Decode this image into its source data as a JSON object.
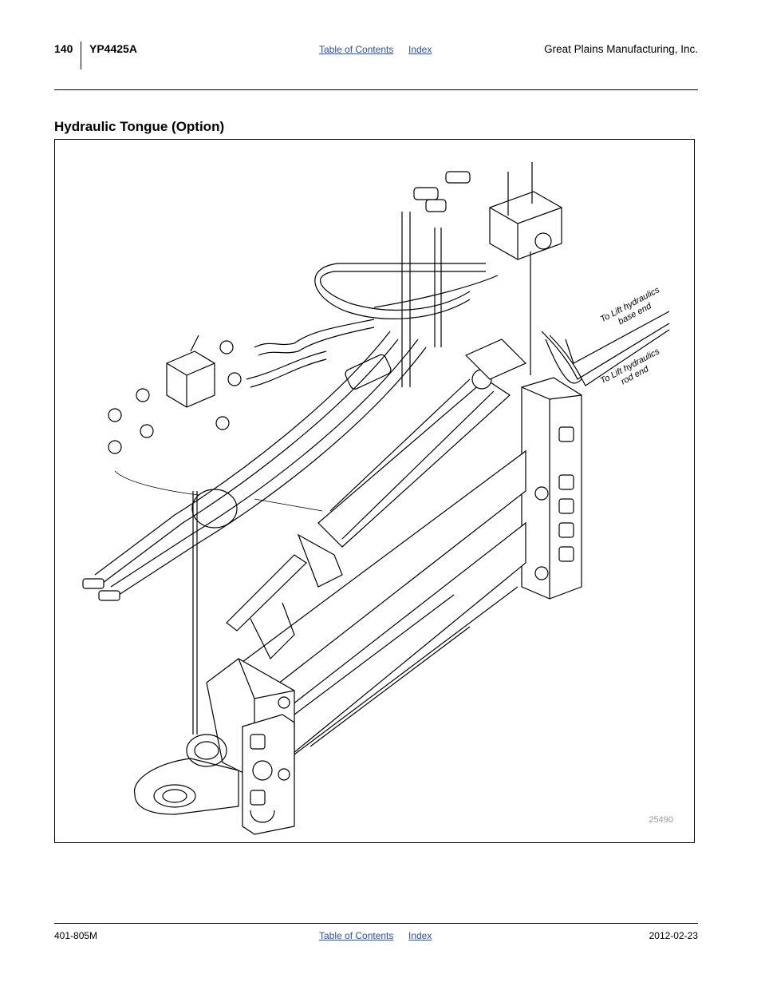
{
  "header": {
    "page_number": "140",
    "model": "YP4425A",
    "nav_toc": "Table of Contents",
    "nav_index": "Index",
    "company": "Great Plains Manufacturing, Inc."
  },
  "section": {
    "title": "Hydraulic Tongue (Option)"
  },
  "figure": {
    "label_base_line1": "To Lift hydraulics",
    "label_base_line2": "base end",
    "label_rod_line1": "To Lift hydraulics",
    "label_rod_line2": "rod end",
    "figure_number": "25490"
  },
  "footer": {
    "doc_number": "401-805M",
    "nav_toc": "Table of Contents",
    "nav_index": "Index",
    "date": "2012-02-23"
  }
}
